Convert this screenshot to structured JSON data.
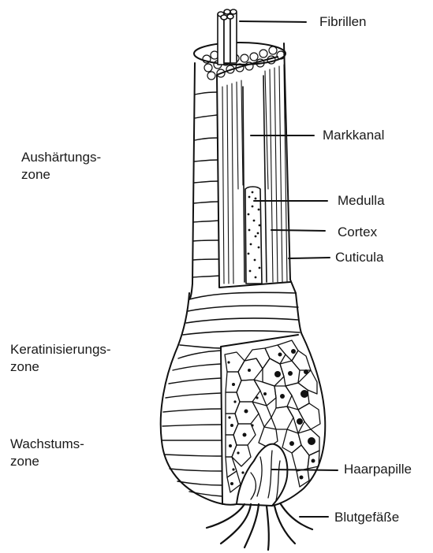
{
  "labels": {
    "fibrillen": "Fibrillen",
    "markkanal": "Markkanal",
    "medulla": "Medulla",
    "cortex": "Cortex",
    "cuticula": "Cuticula",
    "haarpapille": "Haarpapille",
    "blutgefaesse": "Blutgefäße"
  },
  "zones": {
    "aushaertung": [
      "Aushärtungs-",
      "zone"
    ],
    "keratinisierung": [
      "Keratinisierungs-",
      "zone"
    ],
    "wachstum": [
      "Wachstums-",
      "zone"
    ]
  },
  "colors": {
    "line": "#111111",
    "fill": "#ffffff"
  }
}
